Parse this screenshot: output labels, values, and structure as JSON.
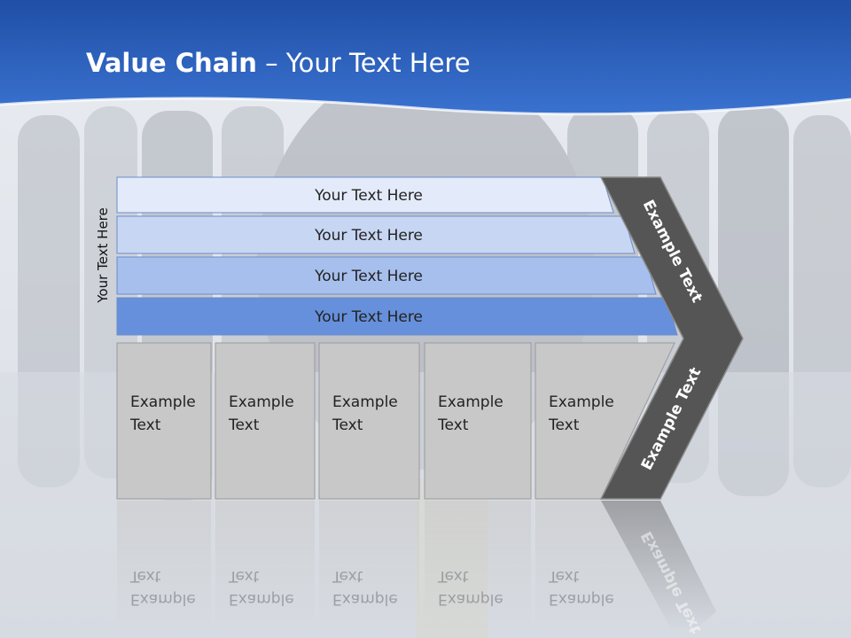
{
  "slide": {
    "title_bold": "Value Chain",
    "title_rest": " – Your Text Here",
    "side_label": "Your Text Here"
  },
  "bars": [
    {
      "label": "Your Text Here",
      "color": "#e3ebfa"
    },
    {
      "label": "Your Text Here",
      "color": "#c7d6f3"
    },
    {
      "label": "Your Text Here",
      "color": "#a6bfed"
    },
    {
      "label": "Your Text Here",
      "color": "#6690db"
    }
  ],
  "boxes": [
    {
      "line1": "Example",
      "line2": "Text"
    },
    {
      "line1": "Example",
      "line2": "Text"
    },
    {
      "line1": "Example",
      "line2": "Text"
    },
    {
      "line1": "Example",
      "line2": "Text"
    },
    {
      "line1": "Example",
      "line2": "Text"
    }
  ],
  "chevron": {
    "upper_label": "Example Text",
    "lower_label": "Example Text",
    "color": "#555555"
  },
  "colors": {
    "header_blue": "#2f62c0",
    "box_fill": "#c8c8c8"
  }
}
